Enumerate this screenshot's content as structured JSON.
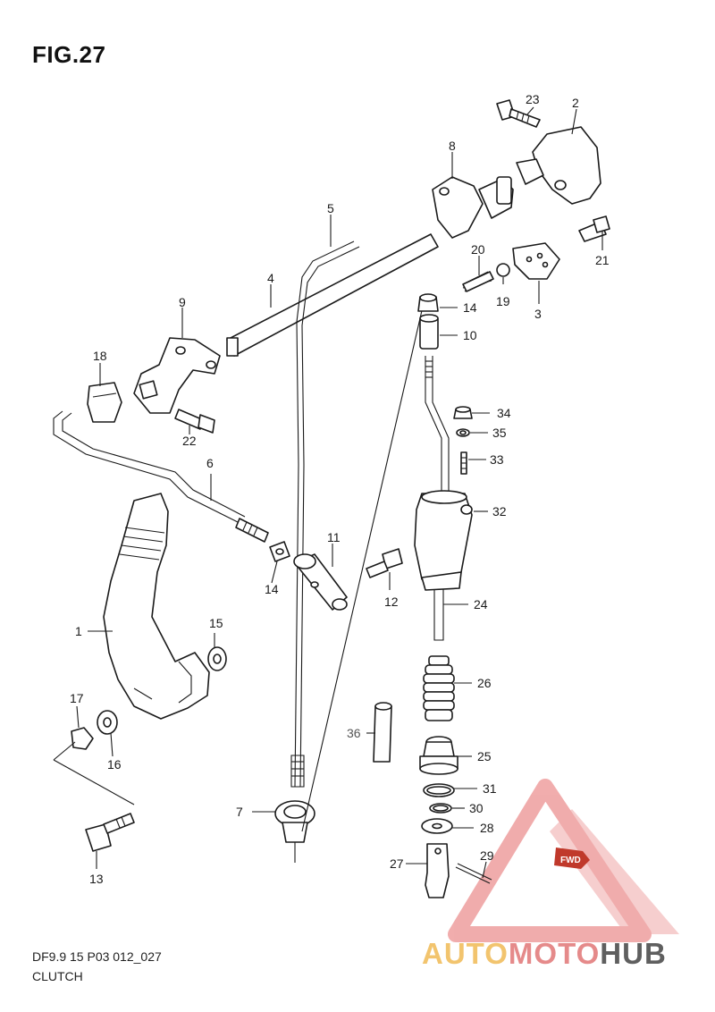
{
  "figure": {
    "title": "FIG.27",
    "code": "DF9.9 15 P03 012_027",
    "name": "CLUTCH"
  },
  "callouts": {
    "c1": "1",
    "c2": "2",
    "c3": "3",
    "c4": "4",
    "c5": "5",
    "c6": "6",
    "c7": "7",
    "c8": "8",
    "c9": "9",
    "c10": "10",
    "c11": "11",
    "c12": "12",
    "c13": "13",
    "c14a": "14",
    "c14b": "14",
    "c15": "15",
    "c16": "16",
    "c17": "17",
    "c18": "18",
    "c19": "19",
    "c20": "20",
    "c21": "21",
    "c22": "22",
    "c23": "23",
    "c24": "24",
    "c25": "25",
    "c26": "26",
    "c27": "27",
    "c28": "28",
    "c29": "29",
    "c30": "30",
    "c31": "31",
    "c32": "32",
    "c33": "33",
    "c34": "34",
    "c35": "35",
    "c36": "36"
  },
  "watermark": {
    "part_a": "AUTO",
    "part_b": "MOTO",
    "part_c": "HUB",
    "badge": "FWD",
    "colors": {
      "auto": "#f2c46e",
      "moto": "#e58a8a",
      "hub": "#5f5f5f",
      "triangle": "#e56a6a"
    }
  }
}
